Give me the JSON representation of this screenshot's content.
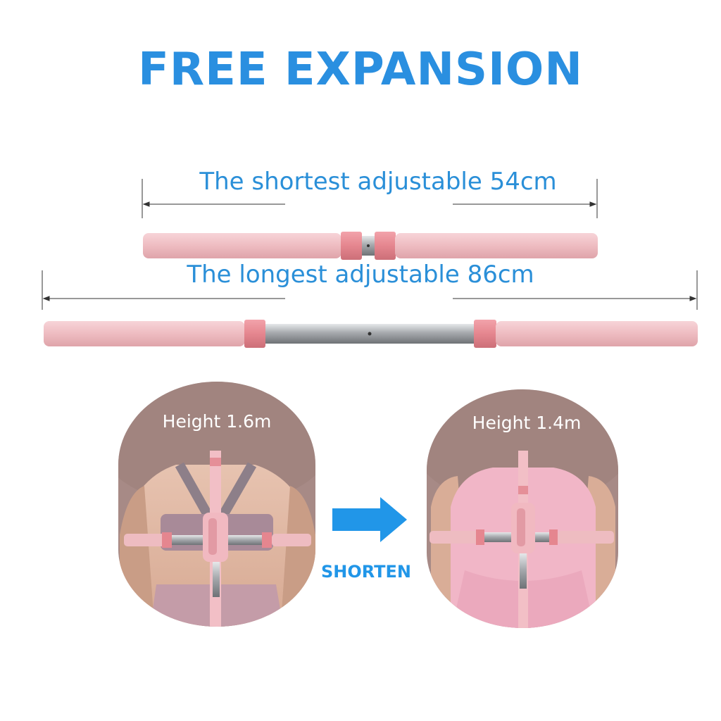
{
  "headline": "FREE EXPANSION",
  "shortest_label": "The shortest adjustable 54cm",
  "longest_label": "The longest adjustable 86cm",
  "panels": {
    "left_height": "Height 1.6m",
    "right_height": "Height 1.4m"
  },
  "arrow_label": "SHORTEN",
  "colors": {
    "headline_blue": "#2a8fe0",
    "label_blue": "#2a8fd8",
    "arrow_blue": "#2196e8",
    "foam_pink": "#efbfc4",
    "connector_pink": "#e58f98",
    "steel": "#a9acb0",
    "panel_mauve": "#a78a86"
  },
  "icons": {
    "direction": "arrow-right-icon"
  }
}
